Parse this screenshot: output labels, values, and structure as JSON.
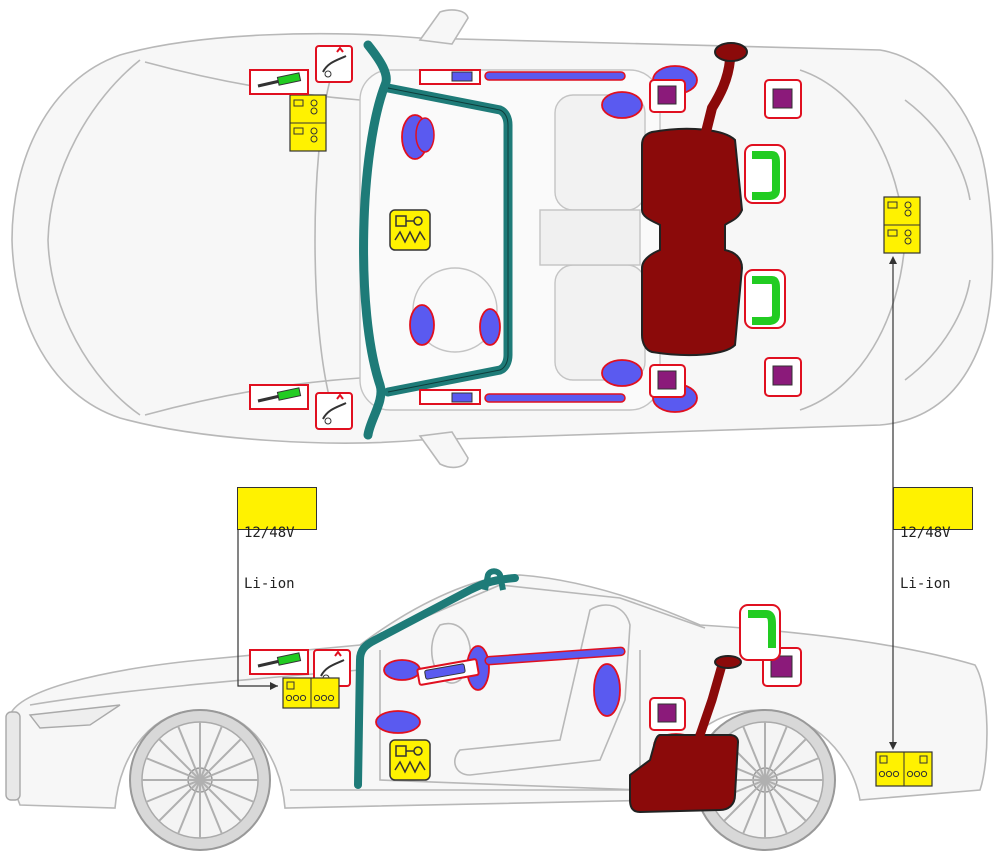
{
  "battery_label_left": {
    "line1": "12/48V",
    "line2": "Li-ion"
  },
  "battery_label_right": {
    "line1": "12/48V",
    "line2": "Li-ion"
  },
  "legend_colors": {
    "airbag": "#5a5af0",
    "rollover_bar": "#1e7b78",
    "fuel_tank": "#8b0a0a",
    "gas_spring": "#22cc22",
    "control_unit": "#8b1a7a",
    "battery": "#fff200",
    "outline": "#e01020"
  },
  "icons": [
    "battery-icon",
    "gas-spring-icon",
    "hood-lifter-icon",
    "airbag-control-unit-icon",
    "fuel-tank-icon",
    "rollover-bar-icon",
    "belt-tensioner-icon",
    "seat-belt-anchor-icon"
  ]
}
